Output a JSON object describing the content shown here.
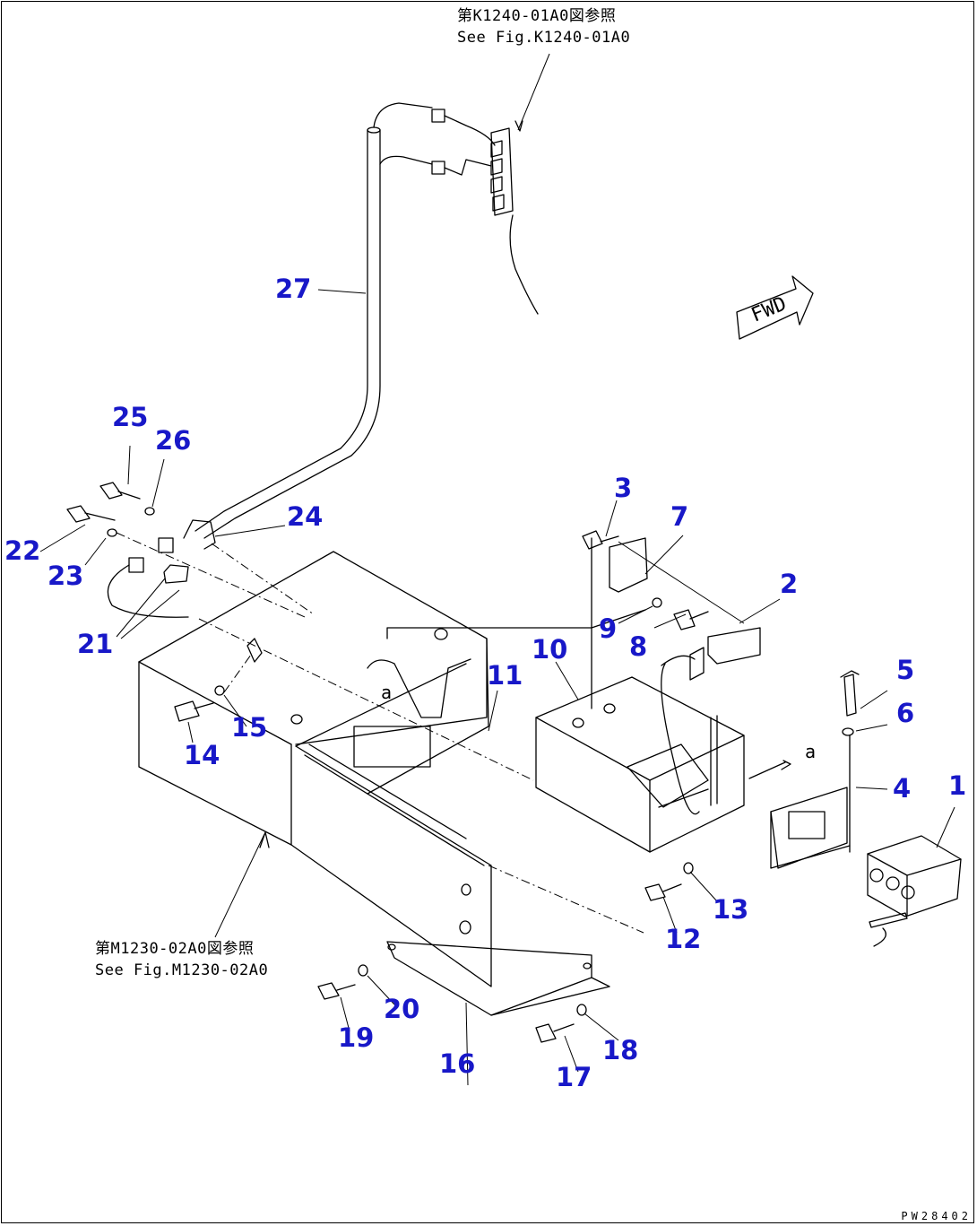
{
  "references": {
    "top": {
      "jp": "第K1240-01A0図参照",
      "en": "See Fig.K1240-01A0"
    },
    "bottom": {
      "jp": "第M1230-02A0図参照",
      "en": "See Fig.M1230-02A0"
    }
  },
  "direction_label": "FWD",
  "detail_marker": "a",
  "drawing_code": "PW28402",
  "callouts": [
    "1",
    "2",
    "3",
    "4",
    "5",
    "6",
    "7",
    "8",
    "9",
    "10",
    "11",
    "12",
    "13",
    "14",
    "15",
    "16",
    "17",
    "18",
    "19",
    "20",
    "21",
    "22",
    "23",
    "24",
    "25",
    "26",
    "27"
  ],
  "colors": {
    "callout": "#1818c8",
    "line": "#000000",
    "background": "#ffffff"
  }
}
